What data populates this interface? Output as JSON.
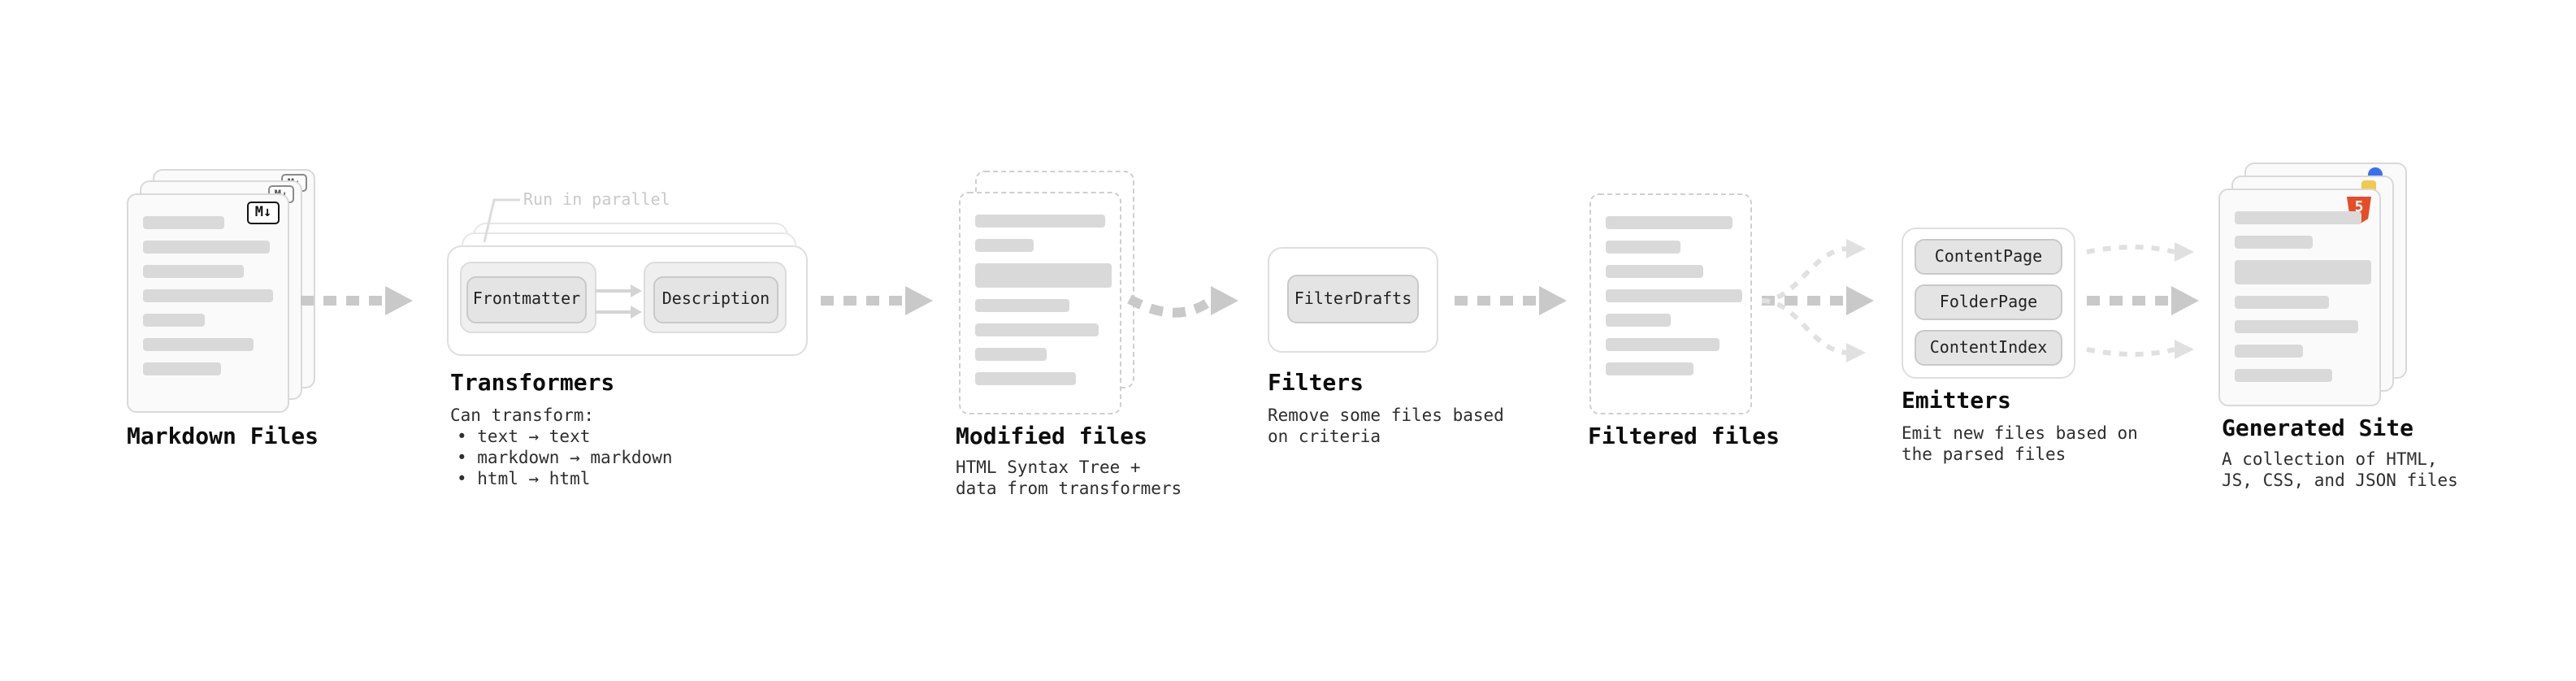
{
  "colors": {
    "card_bg": "#fafafa",
    "card_border": "#d9d9d9",
    "content_bar": "#d9d9d9",
    "chip_bg": "#e4e4e4",
    "arrow_main": "#c9c9c9",
    "arrow_light": "#e0e0e0",
    "html5_orange": "#e44d26",
    "yellow_file": "#f2c94c",
    "blue_file": "#3b6ff0"
  },
  "stages": {
    "markdown_files": {
      "heading": "Markdown Files",
      "badge": "M↓"
    },
    "transformers": {
      "annotation": "Run in parallel",
      "chips": [
        "Frontmatter",
        "Description"
      ],
      "heading": "Transformers",
      "subtitle": "Can transform:",
      "bullets": [
        "• text → text",
        "• markdown → markdown",
        "• html → html"
      ]
    },
    "modified_files": {
      "heading": "Modified files",
      "desc": [
        "HTML Syntax Tree +",
        "data from transformers"
      ]
    },
    "filters": {
      "chip": "FilterDrafts",
      "heading": "Filters",
      "desc": [
        "Remove some files based",
        "on criteria"
      ]
    },
    "filtered_files": {
      "heading": "Filtered files"
    },
    "emitters": {
      "chips": [
        "ContentPage",
        "FolderPage",
        "ContentIndex"
      ],
      "heading": "Emitters",
      "desc": [
        "Emit new files based on",
        "the parsed files"
      ]
    },
    "generated_site": {
      "heading": "Generated Site",
      "badge": "5",
      "desc": [
        "A collection of HTML,",
        "JS, CSS, and JSON files"
      ]
    }
  }
}
